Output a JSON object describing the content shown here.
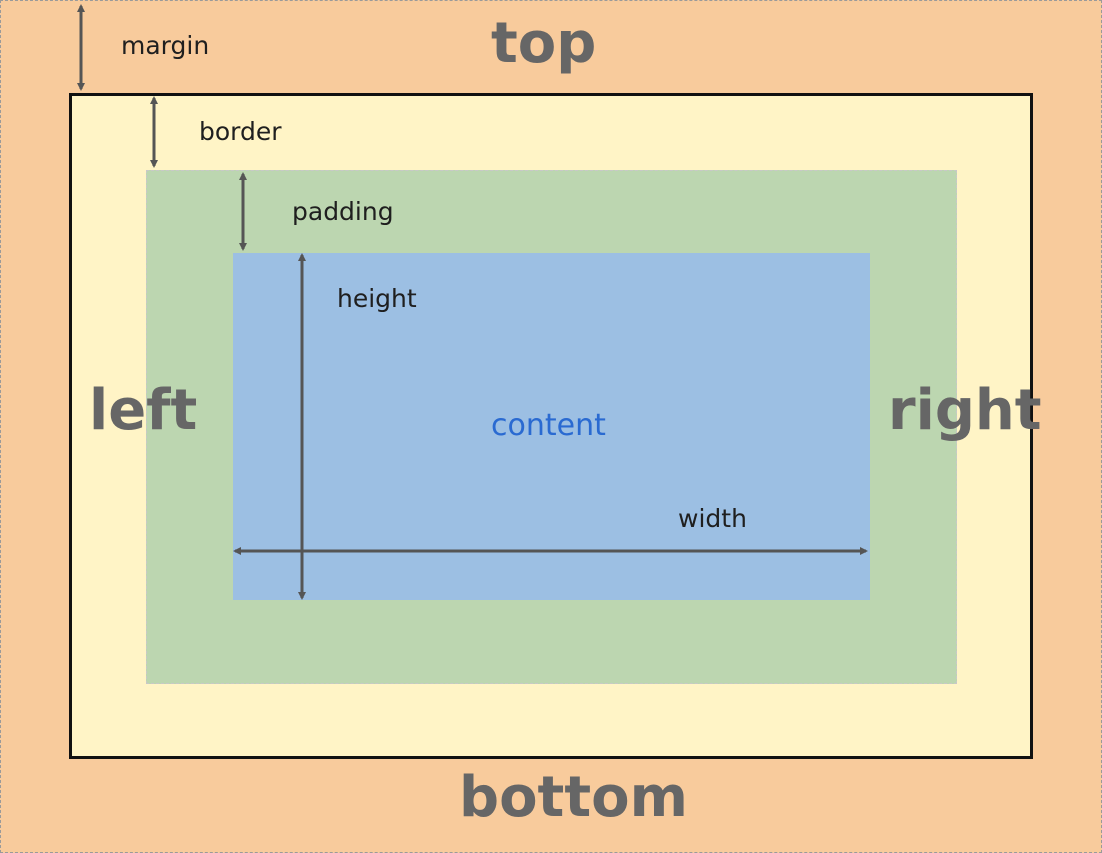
{
  "colors": {
    "margin": "#f8cb9c",
    "border": "#fff4c6",
    "padding": "#bcd6b0",
    "content": "#9cbfe3",
    "side_text": "#666666",
    "content_text": "#2a6ad1",
    "arrow": "#555555"
  },
  "sides": {
    "top": "top",
    "bottom": "bottom",
    "left": "left",
    "right": "right"
  },
  "labels": {
    "margin": "margin",
    "border": "border",
    "padding": "padding",
    "height": "height",
    "width": "width",
    "content": "content"
  }
}
